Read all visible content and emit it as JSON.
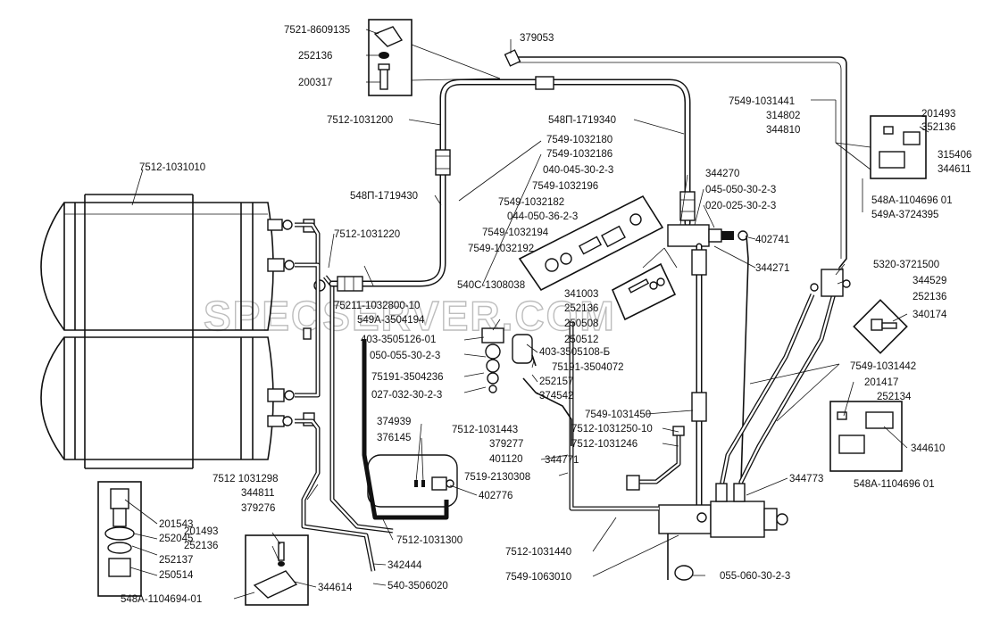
{
  "watermark": "SPECSERVER.COM",
  "labels": [
    "7521-8609135",
    "252136",
    "200317",
    "379053",
    "7512-1031200",
    "548П-1719340",
    "7549-1031441",
    "314802",
    "344810",
    "201493",
    "352136",
    "315406",
    "344611",
    "7549-1032180",
    "7549-1032186",
    "040-045-30-2-3",
    "7549-1032196",
    "7549-1032182",
    "044-050-36-2-3",
    "7549-1032194",
    "7549-1032192",
    "540С-1308038",
    "344270",
    "045-050-30-2-3",
    "020-025-30-2-3",
    "402741",
    "344271",
    "548А-1104696 01",
    "549А-3724395",
    "5320-3721500",
    "344529",
    "252136",
    "340174",
    "7512-1031010",
    "548П-1719430",
    "7512-1031220",
    "75211-1032800-10",
    "549А-3504194",
    "403-3505126-01",
    "050-055-30-2-3",
    "75191-3504236",
    "027-032-30-2-3",
    "403-3505108-Б",
    "75191-3504072",
    "252157",
    "374542",
    "341003",
    "252136",
    "250508",
    "250512",
    "7549-1031442",
    "201417",
    "252134",
    "344610",
    "548А-1104696 01",
    "7549-1031450",
    "7512-1031250-10",
    "7512-1031246",
    "7512-1031443",
    "379277",
    "401120",
    "344771",
    "7519-2130308",
    "402776",
    "374939",
    "376145",
    "7512 1031298",
    "344811",
    "379276",
    "201543",
    "252045",
    "201493",
    "252136",
    "252137",
    "250514",
    "548А-1104694-01",
    "344614",
    "342444",
    "540-3506020",
    "7512-1031300",
    "7512-1031440",
    "7549-1063010",
    "344773",
    "055-060-30-2-3"
  ]
}
